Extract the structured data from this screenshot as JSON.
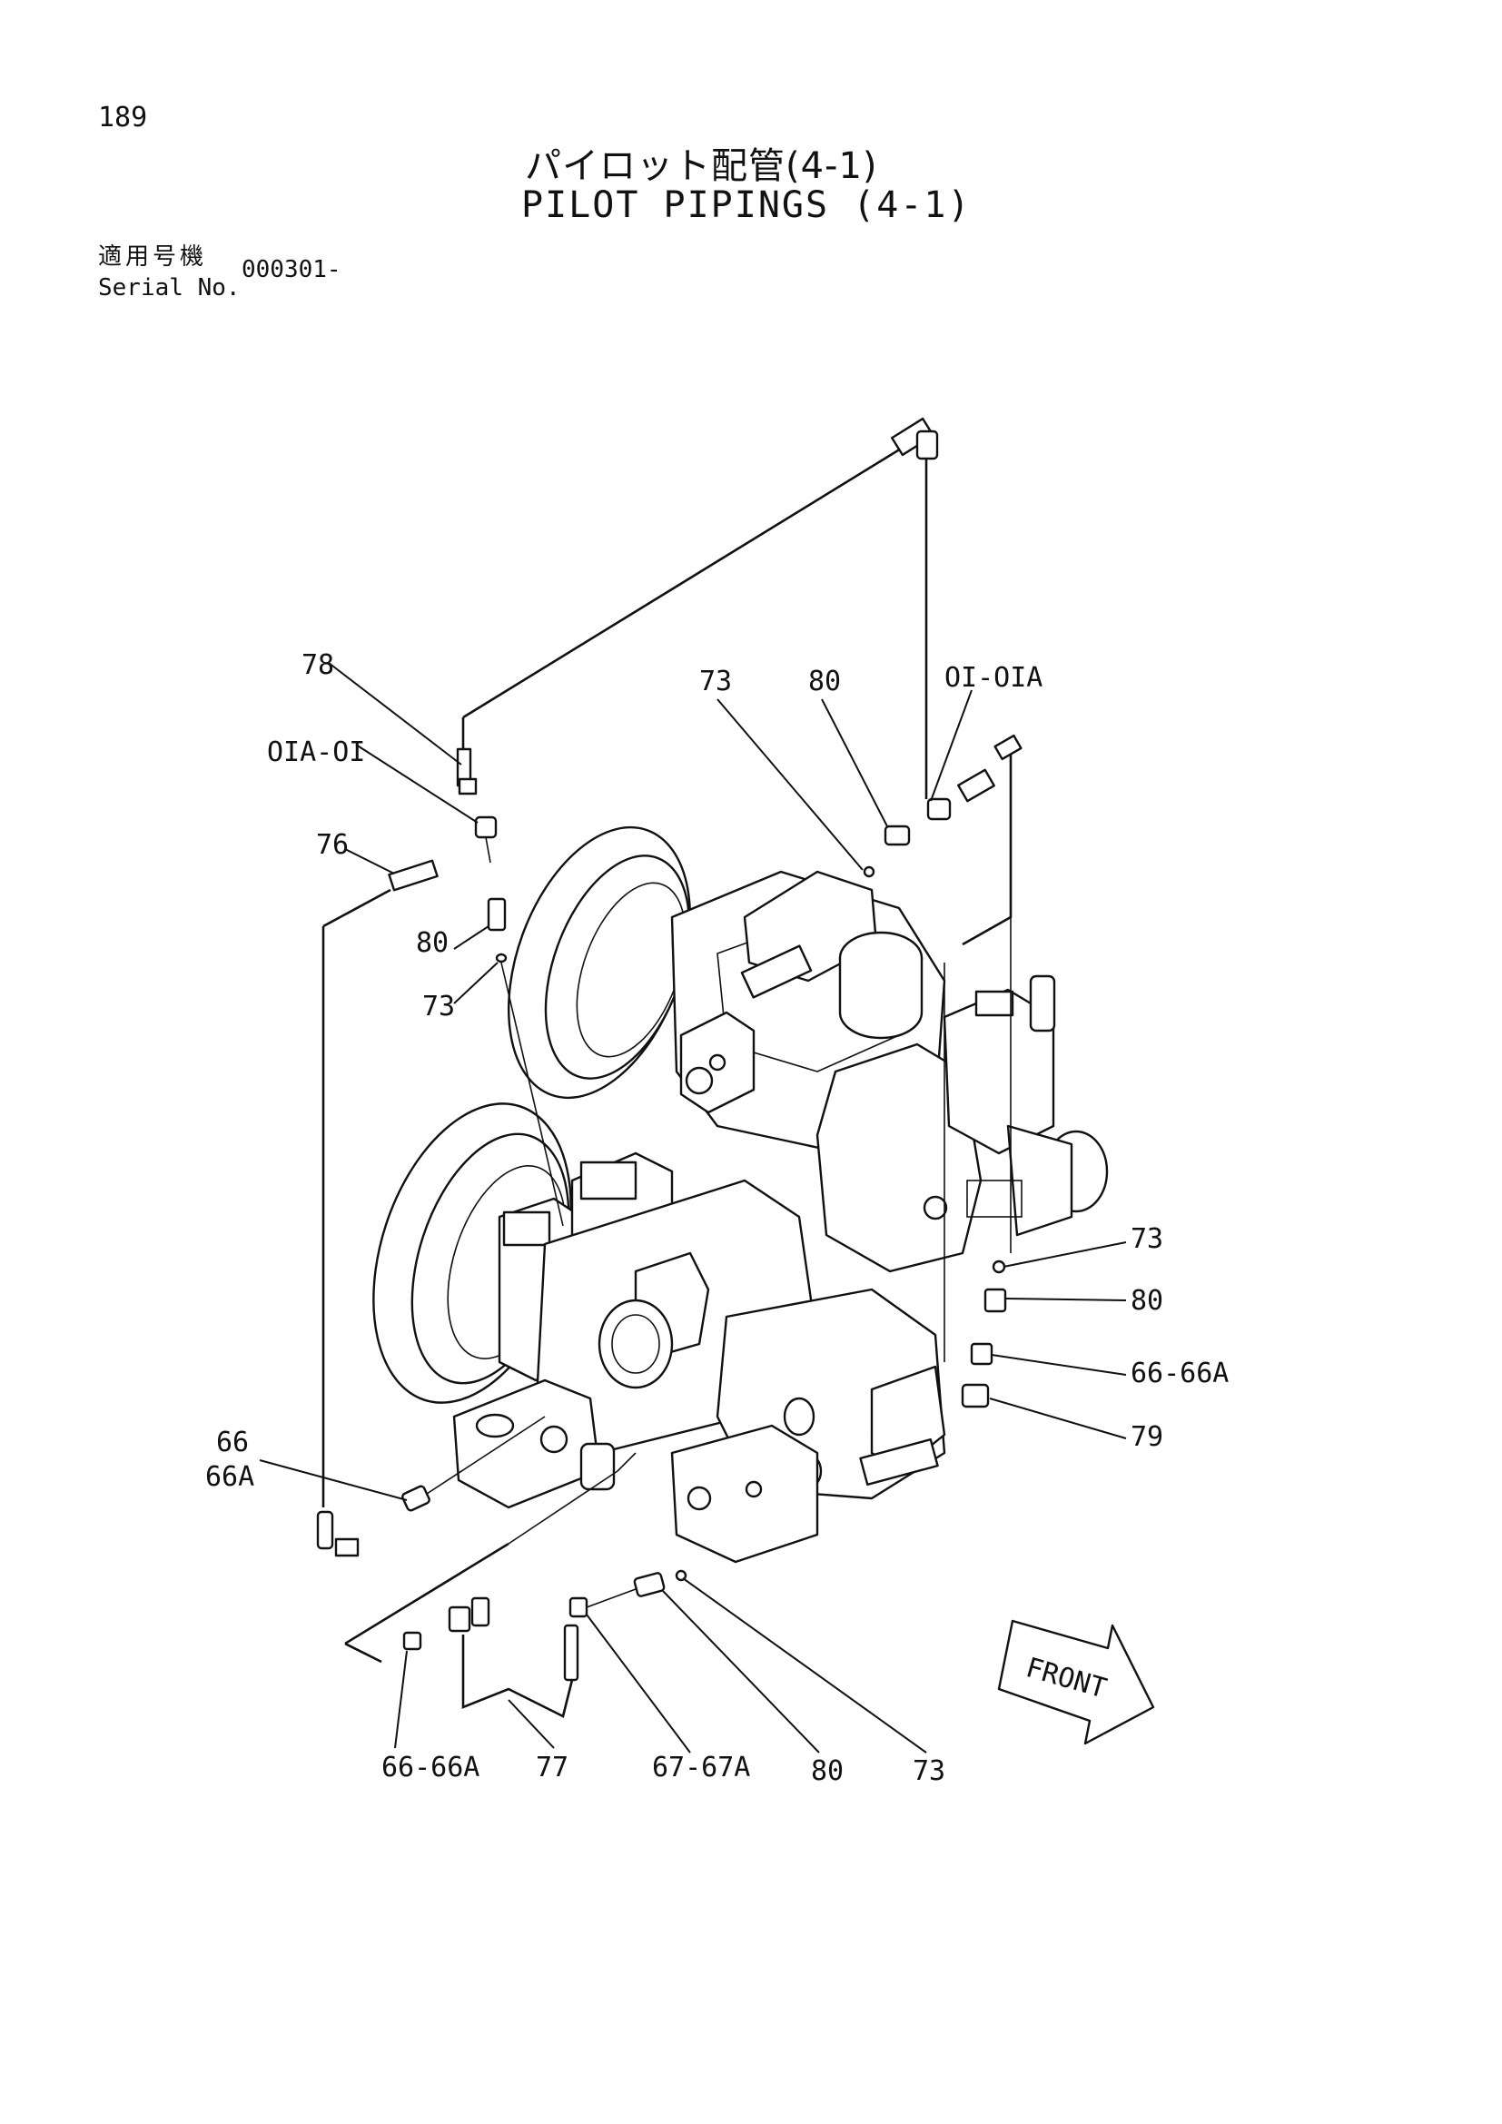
{
  "page_number": "189",
  "title_ja": "パイロット配管(4-1)",
  "title_en": "PILOT PIPINGS (4-1)",
  "serial_label_ja": "適用号機",
  "serial_label_en": "Serial No.",
  "serial_value": "000301-",
  "front_label": "FRONT",
  "callouts": {
    "c78": "78",
    "c01a01": "OIA-OI",
    "c76": "76",
    "c80_left": "80",
    "c73_left": "73",
    "c73_top": "73",
    "c80_top": "80",
    "c0101a": "OI-OIA",
    "c73_right": "73",
    "c80_right": "80",
    "c6666a_right": "66-66A",
    "c79": "79",
    "c66": "66",
    "c66a": "66A",
    "c6666a_bottom": "66-66A",
    "c77": "77",
    "c6767a": "67-67A",
    "c80_bottom": "80",
    "c73_bottom": "73"
  }
}
